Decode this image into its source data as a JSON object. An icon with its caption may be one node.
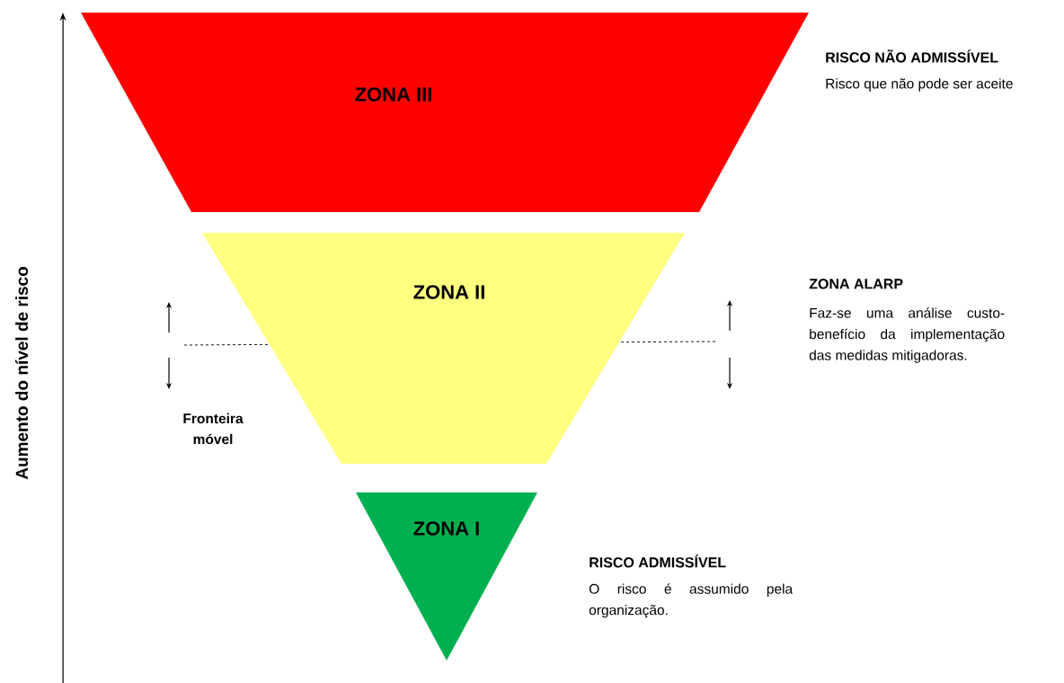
{
  "diagram": {
    "nodes": [
      {
        "text": [
          "ZONA III"
        ],
        "beside": [
          "RISCO NÃO ADMISSÍVEL",
          "Risco que não pode ser aceite"
        ]
      },
      {
        "text": [
          "ZONA II"
        ],
        "beside": [
          "ZONA ALARP",
          "Faz-se uma análise custo-benefício da implementação das medidas mitigadoras."
        ]
      },
      {
        "text": [
          "ZONA I"
        ],
        "beside": [
          "RISCO ADMISSÍVEL",
          "O risco é assumido pela organização."
        ]
      }
    ],
    "edges": [],
    "labels": [
      "Aumento do nível de risco",
      "Fronteira móvel"
    ]
  }
}
